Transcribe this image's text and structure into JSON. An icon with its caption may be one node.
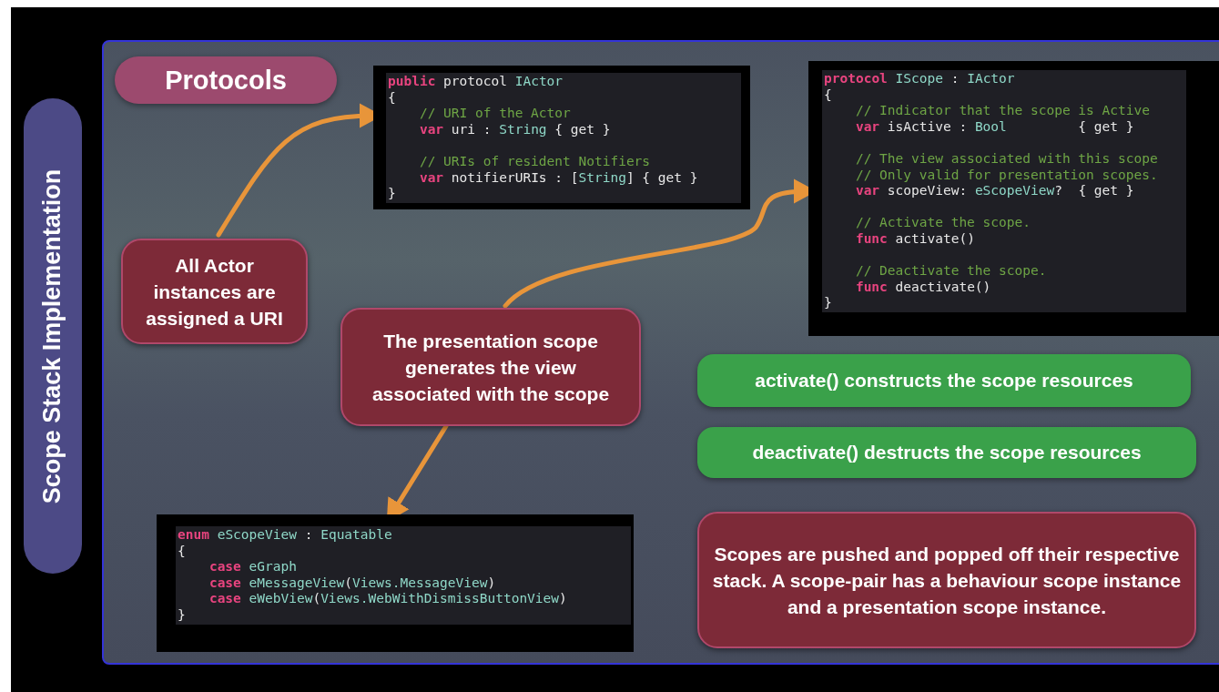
{
  "diagram": {
    "nodes": [
      {
        "text": [
          "Scope Stack Implementation"
        ]
      },
      {
        "text": [
          "Protocols"
        ]
      },
      {
        "text": [
          "public protocol IActor",
          "{",
          "// URI of the Actor",
          "var uri : String { get }",
          "// URIs of resident Notifiers",
          "var notifierURIs : [String] { get }",
          "}"
        ]
      },
      {
        "text": [
          "protocol IScope : IActor",
          "{",
          "// Indicator that the scope is Active",
          "var isActive : Bool         { get }",
          "// The view associated with this scope",
          "// Only valid for presentation scopes.",
          "var scopeView: eScopeView?  { get }",
          "// Activate the scope.",
          "func activate()",
          "// Deactivate the scope.",
          "func deactivate()",
          "}"
        ]
      },
      {
        "text": [
          "All Actor instances are assigned a URI"
        ]
      },
      {
        "text": [
          "The presentation scope generates the view associated with the scope"
        ]
      },
      {
        "text": [
          "enum eScopeView : Equatable",
          "{",
          "case eGraph",
          "case eMessageView(Views.MessageView)",
          "case eWebView(Views.WebWithDismissButtonView)",
          "}"
        ]
      },
      {
        "text": [
          "activate() constructs the scope resources"
        ]
      },
      {
        "text": [
          "deactivate() destructs the scope resources"
        ]
      },
      {
        "text": [
          "Scopes are pushed and popped off their respective stack. A scope-pair has a behaviour scope instance and a presentation scope instance."
        ]
      }
    ],
    "edges": [
      {
        "from": 4,
        "to": 2,
        "arrow": "to"
      },
      {
        "from": 5,
        "to": 3,
        "arrow": "to"
      },
      {
        "from": 5,
        "to": 6,
        "arrow": "to"
      }
    ]
  }
}
